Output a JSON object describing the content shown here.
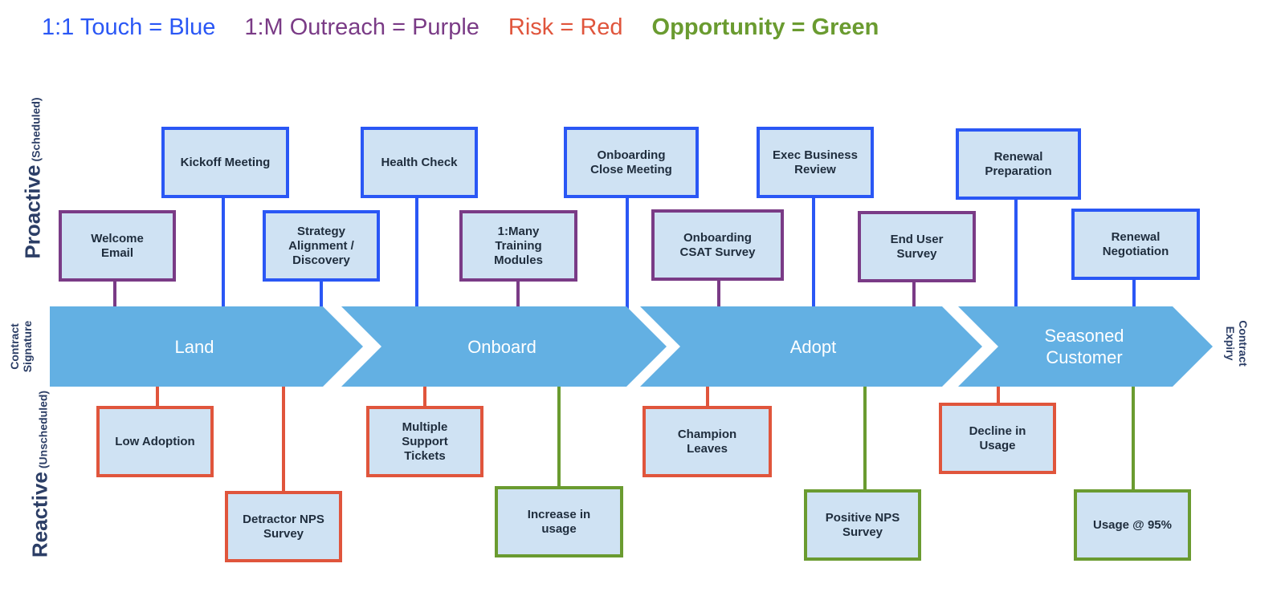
{
  "legend": {
    "blue": "1:1 Touch = Blue",
    "purple": "1:M Outreach = Purple",
    "red": "Risk = Red",
    "green": "Opportunity = Green"
  },
  "colors": {
    "blue": "#2a57f5",
    "purple": "#7a3b86",
    "red": "#e0553c",
    "green": "#6a9b30",
    "arrow": "#63b0e3",
    "card_fill": "#cfe2f3",
    "label": "#2c3e66"
  },
  "side": {
    "proactive": "Proactive",
    "proactive_sub": "(Scheduled)",
    "reactive": "Reactive",
    "reactive_sub": "(Unscheduled)",
    "start": "Contract\nSignature",
    "end": "Contract\nExpiry"
  },
  "stages": [
    "Land",
    "Onboard",
    "Adopt",
    "Seasoned\nCustomer"
  ],
  "cards": [
    {
      "id": "welcome-email",
      "text": "Welcome\nEmail",
      "color": "purple"
    },
    {
      "id": "kickoff-meeting",
      "text": "Kickoff Meeting",
      "color": "blue"
    },
    {
      "id": "strategy-alignment",
      "text": "Strategy\nAlignment /\nDiscovery",
      "color": "blue"
    },
    {
      "id": "health-check",
      "text": "Health Check",
      "color": "blue"
    },
    {
      "id": "training-modules",
      "text": "1:Many\nTraining\nModules",
      "color": "purple"
    },
    {
      "id": "onboarding-close-meeting",
      "text": "Onboarding\nClose Meeting",
      "color": "blue"
    },
    {
      "id": "onboarding-csat-survey",
      "text": "Onboarding\nCSAT Survey",
      "color": "purple"
    },
    {
      "id": "exec-business-review",
      "text": "Exec Business\nReview",
      "color": "blue"
    },
    {
      "id": "end-user-survey",
      "text": "End User\nSurvey",
      "color": "purple"
    },
    {
      "id": "renewal-preparation",
      "text": "Renewal\nPreparation",
      "color": "blue"
    },
    {
      "id": "renewal-negotiation",
      "text": "Renewal\nNegotiation",
      "color": "blue"
    },
    {
      "id": "low-adoption",
      "text": "Low Adoption",
      "color": "red"
    },
    {
      "id": "detractor-nps-survey",
      "text": "Detractor NPS\nSurvey",
      "color": "red"
    },
    {
      "id": "multiple-support-tickets",
      "text": "Multiple\nSupport\nTickets",
      "color": "red"
    },
    {
      "id": "increase-in-usage",
      "text": "Increase in\nusage",
      "color": "green"
    },
    {
      "id": "champion-leaves",
      "text": "Champion\nLeaves",
      "color": "red"
    },
    {
      "id": "positive-nps-survey",
      "text": "Positive NPS\nSurvey",
      "color": "green"
    },
    {
      "id": "decline-in-usage",
      "text": "Decline in\nUsage",
      "color": "red"
    },
    {
      "id": "usage-95",
      "text": "Usage @ 95%",
      "color": "green"
    }
  ]
}
